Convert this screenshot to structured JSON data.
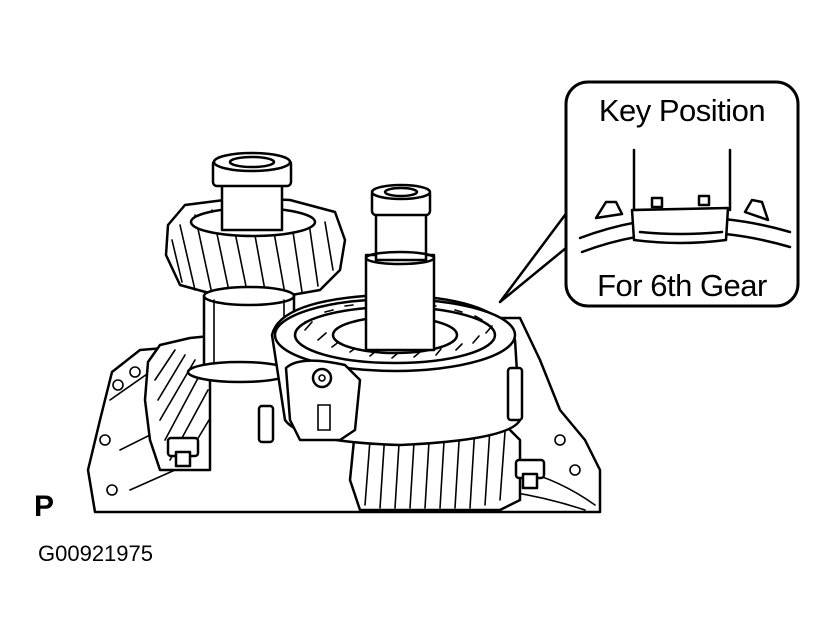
{
  "callout": {
    "title": "Key Position",
    "caption": "For 6th Gear"
  },
  "corner_label": "P",
  "figure_code": "G00921975",
  "colors": {
    "ink": "#000000",
    "paper": "#ffffff"
  }
}
